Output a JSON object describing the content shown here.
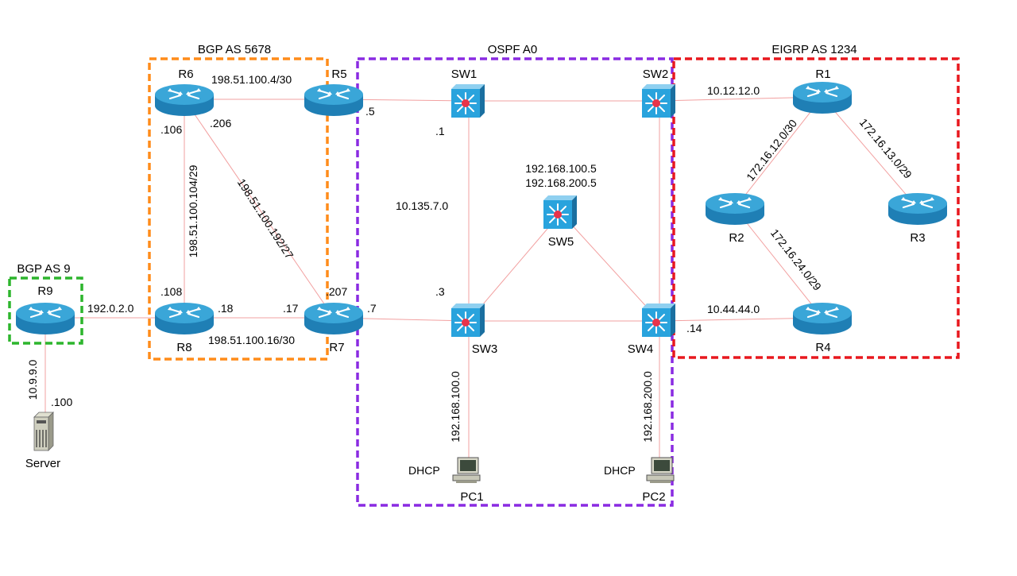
{
  "colors": {
    "link": "#f2a0a0",
    "router_top": "#3aa6d8",
    "router_side": "#1f7fb5",
    "switch_face": "#29a3dd",
    "switch_dot": "#e8334a",
    "bgp_5678": "#ff8c1a",
    "ospf": "#8a2be2",
    "eigrp": "#e8181e",
    "bgp_9": "#2db52d"
  },
  "zones": {
    "bgp_5678": "BGP AS 5678",
    "ospf": "OSPF A0",
    "eigrp": "EIGRP AS 1234",
    "bgp_9": "BGP AS 9"
  },
  "devices": {
    "r1": "R1",
    "r2": "R2",
    "r3": "R3",
    "r4": "R4",
    "r5": "R5",
    "r6": "R6",
    "r7": "R7",
    "r8": "R8",
    "r9": "R9",
    "sw1": "SW1",
    "sw2": "SW2",
    "sw3": "SW3",
    "sw4": "SW4",
    "sw5": "SW5",
    "pc1": "PC1",
    "pc2": "PC2",
    "server": "Server"
  },
  "networks": {
    "r6_r5": "198.51.100.4/30",
    "r6_r8": "198.51.100.104/29",
    "r6_r7": "198.51.100.192/27",
    "r8_r7": "198.51.100.16/30",
    "r9_r8": "192.0.2.0",
    "r9_server": "10.9.9.0",
    "sw1_sw3": "10.135.7.0",
    "sw5_ip1": "192.168.100.5",
    "sw5_ip2": "192.168.200.5",
    "sw3_pc1": "192.168.100.0",
    "sw4_pc2": "192.168.200.0",
    "sw2_r1": "10.12.12.0",
    "r1_r2": "172.16.12.0/30",
    "r1_r3": "172.16.13.0/29",
    "r2_r4": "172.16.24.0/29",
    "sw4_r4": "10.44.44.0"
  },
  "hosts": {
    "r6_a": ".106",
    "r6_b": ".206",
    "r5_a": ".5",
    "sw1_a": ".1",
    "r8_a": ".108",
    "r8_b": ".18",
    "r7_a": ".17",
    "r7_b": ".207",
    "r7_c": ".7",
    "sw3_a": ".3",
    "sw4_a": ".14",
    "server_a": ".100"
  },
  "dhcp": {
    "pc1": "DHCP",
    "pc2": "DHCP"
  }
}
